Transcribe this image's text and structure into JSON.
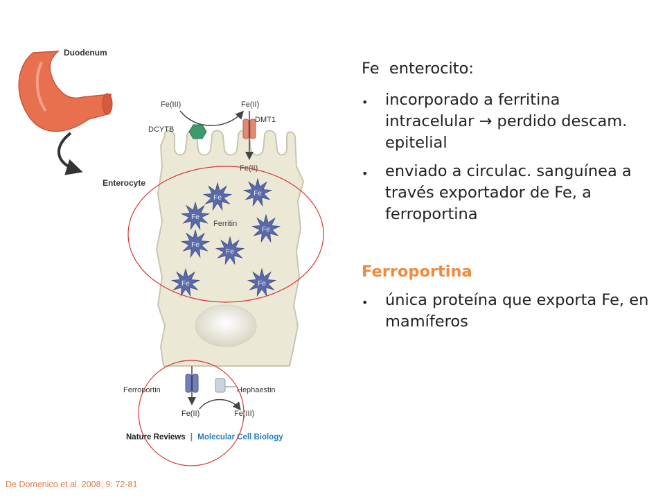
{
  "diagram": {
    "duodenum_label": "Duodenum",
    "enterocyte_label": "Enterocyte",
    "fe3_top": "Fe(III)",
    "fe2_top": "Fe(II)",
    "dcytb_label": "DCYTB",
    "dmt1_label": "DMT1",
    "fe2_inside": "Fe(II)",
    "ferritin_label": "Ferritin",
    "fe_star_text": "Fe",
    "ferroportin_label": "Ferroportin",
    "hephaestin_label": "Hephaestin",
    "fe2_bottom": "Fe(II)",
    "fe3_bottom": "Fe(III)",
    "journal_left": "Nature Reviews",
    "journal_sep": "|",
    "journal_right": "Molecular Cell Biology",
    "colors": {
      "duodenum": "#e8704f",
      "cell_fill": "#ebe8d6",
      "star": "#5a6aa8",
      "highlight_circle": "#d93636",
      "journal_blue": "#2a7bbf"
    }
  },
  "text": {
    "heading": "Fe  enterocito:",
    "bullets": [
      "incorporado a ferritina intracelular → perdido descam. epitelial",
      "enviado a circulac. sanguínea a través exportador de Fe, a ferroportina"
    ],
    "subheading": "Ferroportina",
    "bullets2": [
      "única proteína que exporta Fe, en mamíferos"
    ]
  },
  "citation": "De Domenico et al. 2008; 9: 72-81"
}
